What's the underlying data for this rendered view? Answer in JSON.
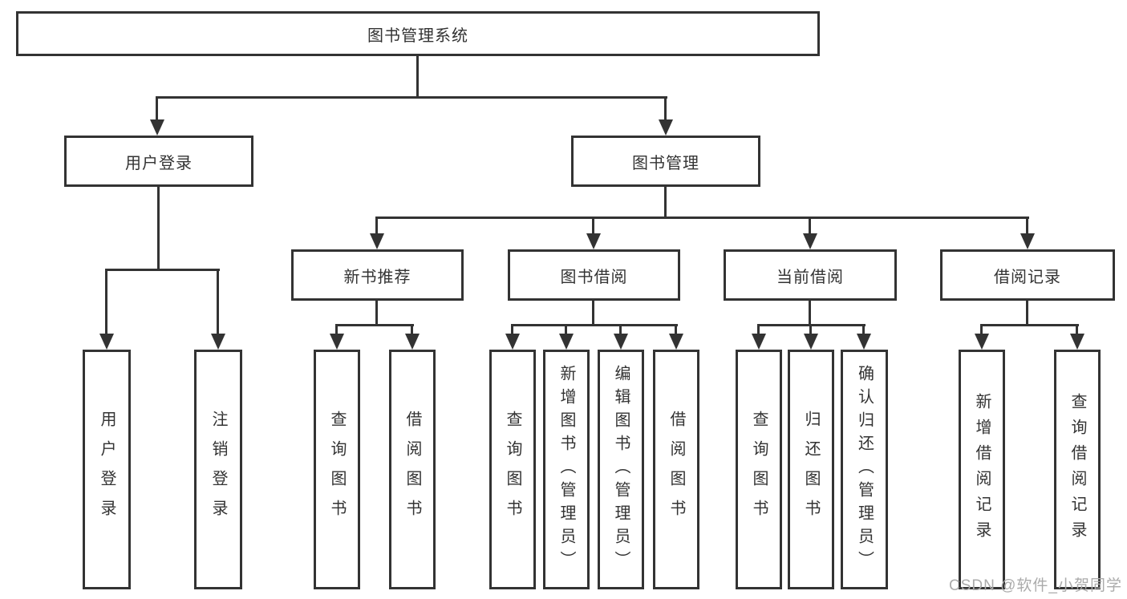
{
  "diagram_title": "图书管理系统",
  "nodes": {
    "root": {
      "label": "图书管理系统"
    },
    "level2": [
      {
        "id": "user-login",
        "label": "用户登录",
        "parent": "root"
      },
      {
        "id": "book-management",
        "label": "图书管理",
        "parent": "root"
      }
    ],
    "level3": [
      {
        "id": "new-book-recommend",
        "label": "新书推荐",
        "parent": "book-management"
      },
      {
        "id": "book-borrow",
        "label": "图书借阅",
        "parent": "book-management"
      },
      {
        "id": "current-borrow",
        "label": "当前借阅",
        "parent": "book-management"
      },
      {
        "id": "borrow-record",
        "label": "借阅记录",
        "parent": "book-management"
      }
    ],
    "leaves": [
      {
        "label": "用户登录",
        "parent": "user-login"
      },
      {
        "label": "注销登录",
        "parent": "user-login"
      },
      {
        "label": "查询图书",
        "parent": "new-book-recommend"
      },
      {
        "label": "借阅图书",
        "parent": "new-book-recommend"
      },
      {
        "label": "查询图书",
        "parent": "book-borrow"
      },
      {
        "label": "新增图书（管理员）",
        "parent": "book-borrow"
      },
      {
        "label": "编辑图书（管理员）",
        "parent": "book-borrow"
      },
      {
        "label": "借阅图书",
        "parent": "book-borrow"
      },
      {
        "label": "查询图书",
        "parent": "current-borrow"
      },
      {
        "label": "归还图书",
        "parent": "current-borrow"
      },
      {
        "label": "确认归还（管理员）",
        "parent": "current-borrow"
      },
      {
        "label": "新增借阅记录",
        "parent": "borrow-record"
      },
      {
        "label": "查询借阅记录",
        "parent": "borrow-record"
      }
    ]
  },
  "watermark": {
    "text": "CSDN @软件_小贺同学"
  },
  "colors": {
    "line": "#333333",
    "box_border": "#333333",
    "box_fill": "#ffffff",
    "text": "#333333",
    "watermark": "#ababab",
    "background": "#ffffff"
  }
}
